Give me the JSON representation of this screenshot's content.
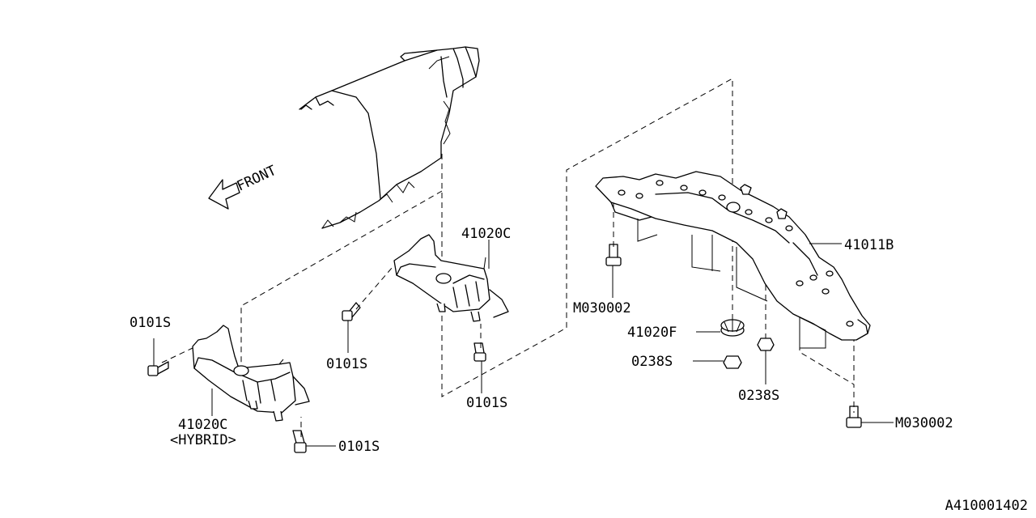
{
  "direction": {
    "text": "FRONT",
    "icon": "front-arrow-icon"
  },
  "callouts": {
    "mount_hybrid": "41020C",
    "mount_hybrid_note": "<HYBRID>",
    "mount_center": "41020C",
    "crossmember": "41011B",
    "bolt_left": "0101S",
    "bolt_mid": "0101S",
    "bolt_mid_lower": "0101S",
    "bolt_hybrid_lower": "0101S",
    "bolt_cross_upper": "M030002",
    "bolt_cross_lower": "M030002",
    "bushing": "41020F",
    "nut_center": "0238S",
    "nut_right": "0238S"
  },
  "diagram_id": "A410001402"
}
